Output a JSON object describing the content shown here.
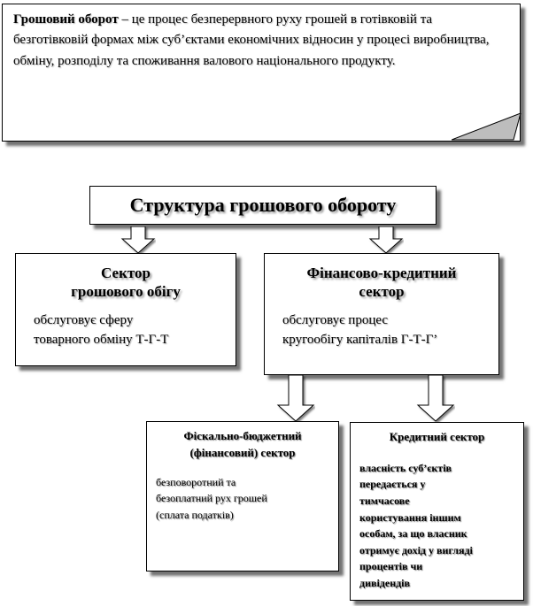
{
  "definition": {
    "term": "Грошовий оборот",
    "text": " – це процес безперервного руху грошей в готівковій та безготівковій формах між суб’єктами економічних відносин у процесі виробництва, обміну, розподілу та споживання валового національного продукту."
  },
  "structure": {
    "title": "Структура грошового обороту"
  },
  "sectors": {
    "circulation": {
      "title_line1": "Сектор",
      "title_line2": "грошового обігу",
      "desc_line1": "обслуговує сферу",
      "desc_line2": "товарного обміну Т-Г-Т"
    },
    "financial": {
      "title_line1": "Фінансово-кредитний",
      "title_line2": "сектор",
      "desc_line1": "обслуговує процес",
      "desc_line2": "кругообігу капіталів  Г-Т-Г’"
    },
    "fiscal": {
      "title_line1": "Фіскально-бюджетний",
      "title_line2": "(фінансовий) сектор",
      "desc_line1": "безповоротний та",
      "desc_line2": "безоплатний рух грошей",
      "desc_line3": "(сплата податків)"
    },
    "credit": {
      "title": "Кредитний сектор",
      "desc_lines": [
        "власність суб’єктів",
        "передається у",
        "тимчасове",
        "користування іншим",
        "особам, за що власник",
        "отримує дохід  у вигляді",
        "процентів чи",
        "дивідендів"
      ]
    }
  }
}
